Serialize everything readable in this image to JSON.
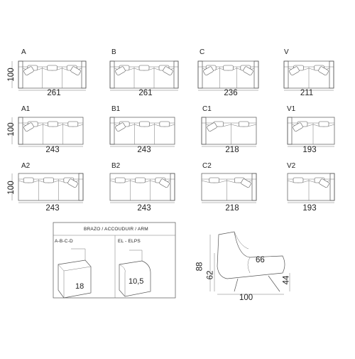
{
  "rows": [
    {
      "height": "100",
      "items": [
        {
          "code": "A",
          "width": "261",
          "arms": "both",
          "seats": 3
        },
        {
          "code": "B",
          "width": "261",
          "arms": "both",
          "seats": 3
        },
        {
          "code": "C",
          "width": "236",
          "arms": "both",
          "seats": 3
        },
        {
          "code": "V",
          "width": "211",
          "arms": "both",
          "seats": 2
        }
      ]
    },
    {
      "height": "100",
      "items": [
        {
          "code": "A1",
          "width": "243",
          "arms": "left",
          "seats": 3
        },
        {
          "code": "B1",
          "width": "243",
          "arms": "left",
          "seats": 3
        },
        {
          "code": "C1",
          "width": "218",
          "arms": "left",
          "seats": 2
        },
        {
          "code": "V1",
          "width": "193",
          "arms": "left",
          "seats": 2
        }
      ]
    },
    {
      "height": "100",
      "items": [
        {
          "code": "A2",
          "width": "243",
          "arms": "right",
          "seats": 3
        },
        {
          "code": "B2",
          "width": "243",
          "arms": "right",
          "seats": 3
        },
        {
          "code": "C2",
          "width": "218",
          "arms": "right",
          "seats": 2
        },
        {
          "code": "V2",
          "width": "193",
          "arms": "right",
          "seats": 2
        }
      ]
    }
  ],
  "arm_detail": {
    "title": "BRAZO / ACCOUDUIR / ARM",
    "left": {
      "label": "A-B-C-D",
      "value": "18"
    },
    "right": {
      "label": "EL - ELPS",
      "value": "10,5"
    }
  },
  "armchair": {
    "total_height": "88",
    "arm_height": "62",
    "seat_depth": "66",
    "seat_height": "44",
    "width": "100"
  }
}
